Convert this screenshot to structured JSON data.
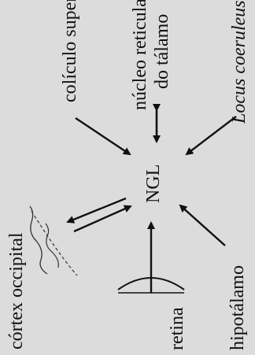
{
  "diagram": {
    "center": "NGL",
    "labels": {
      "cortex": "córtex occipital",
      "coliculo": "colículo superior",
      "reticular_line1": "núcleo reticular",
      "reticular_line2": "do tálamo",
      "locus": "Locus coeruleus",
      "retina": "retina",
      "hipotalamo": "hipotálamo"
    }
  }
}
